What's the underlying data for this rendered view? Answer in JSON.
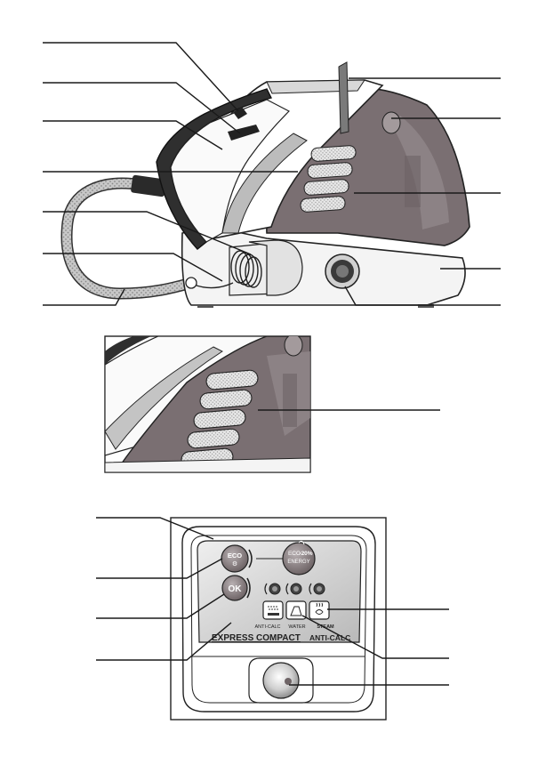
{
  "panel": {
    "eco_button": {
      "line1": "ECO",
      "line2": "⚙"
    },
    "eco_energy": {
      "line1": "ECO",
      "percent": "-20%",
      "line2": "ENERGY"
    },
    "ok_button": "OK",
    "indicators": {
      "anti_calc": "ANTI-CALC",
      "water": "WATER",
      "steam": "STEAM"
    },
    "brand": "EXPRESS COMPACT",
    "anti_calc_label": "ANTI-CALC"
  },
  "colors": {
    "body_dark": "#7a6f72",
    "body_mid": "#948a8d",
    "white_plastic": "#f4f4f4",
    "outline": "#222222",
    "panel_grey": "#c9c9c9"
  }
}
